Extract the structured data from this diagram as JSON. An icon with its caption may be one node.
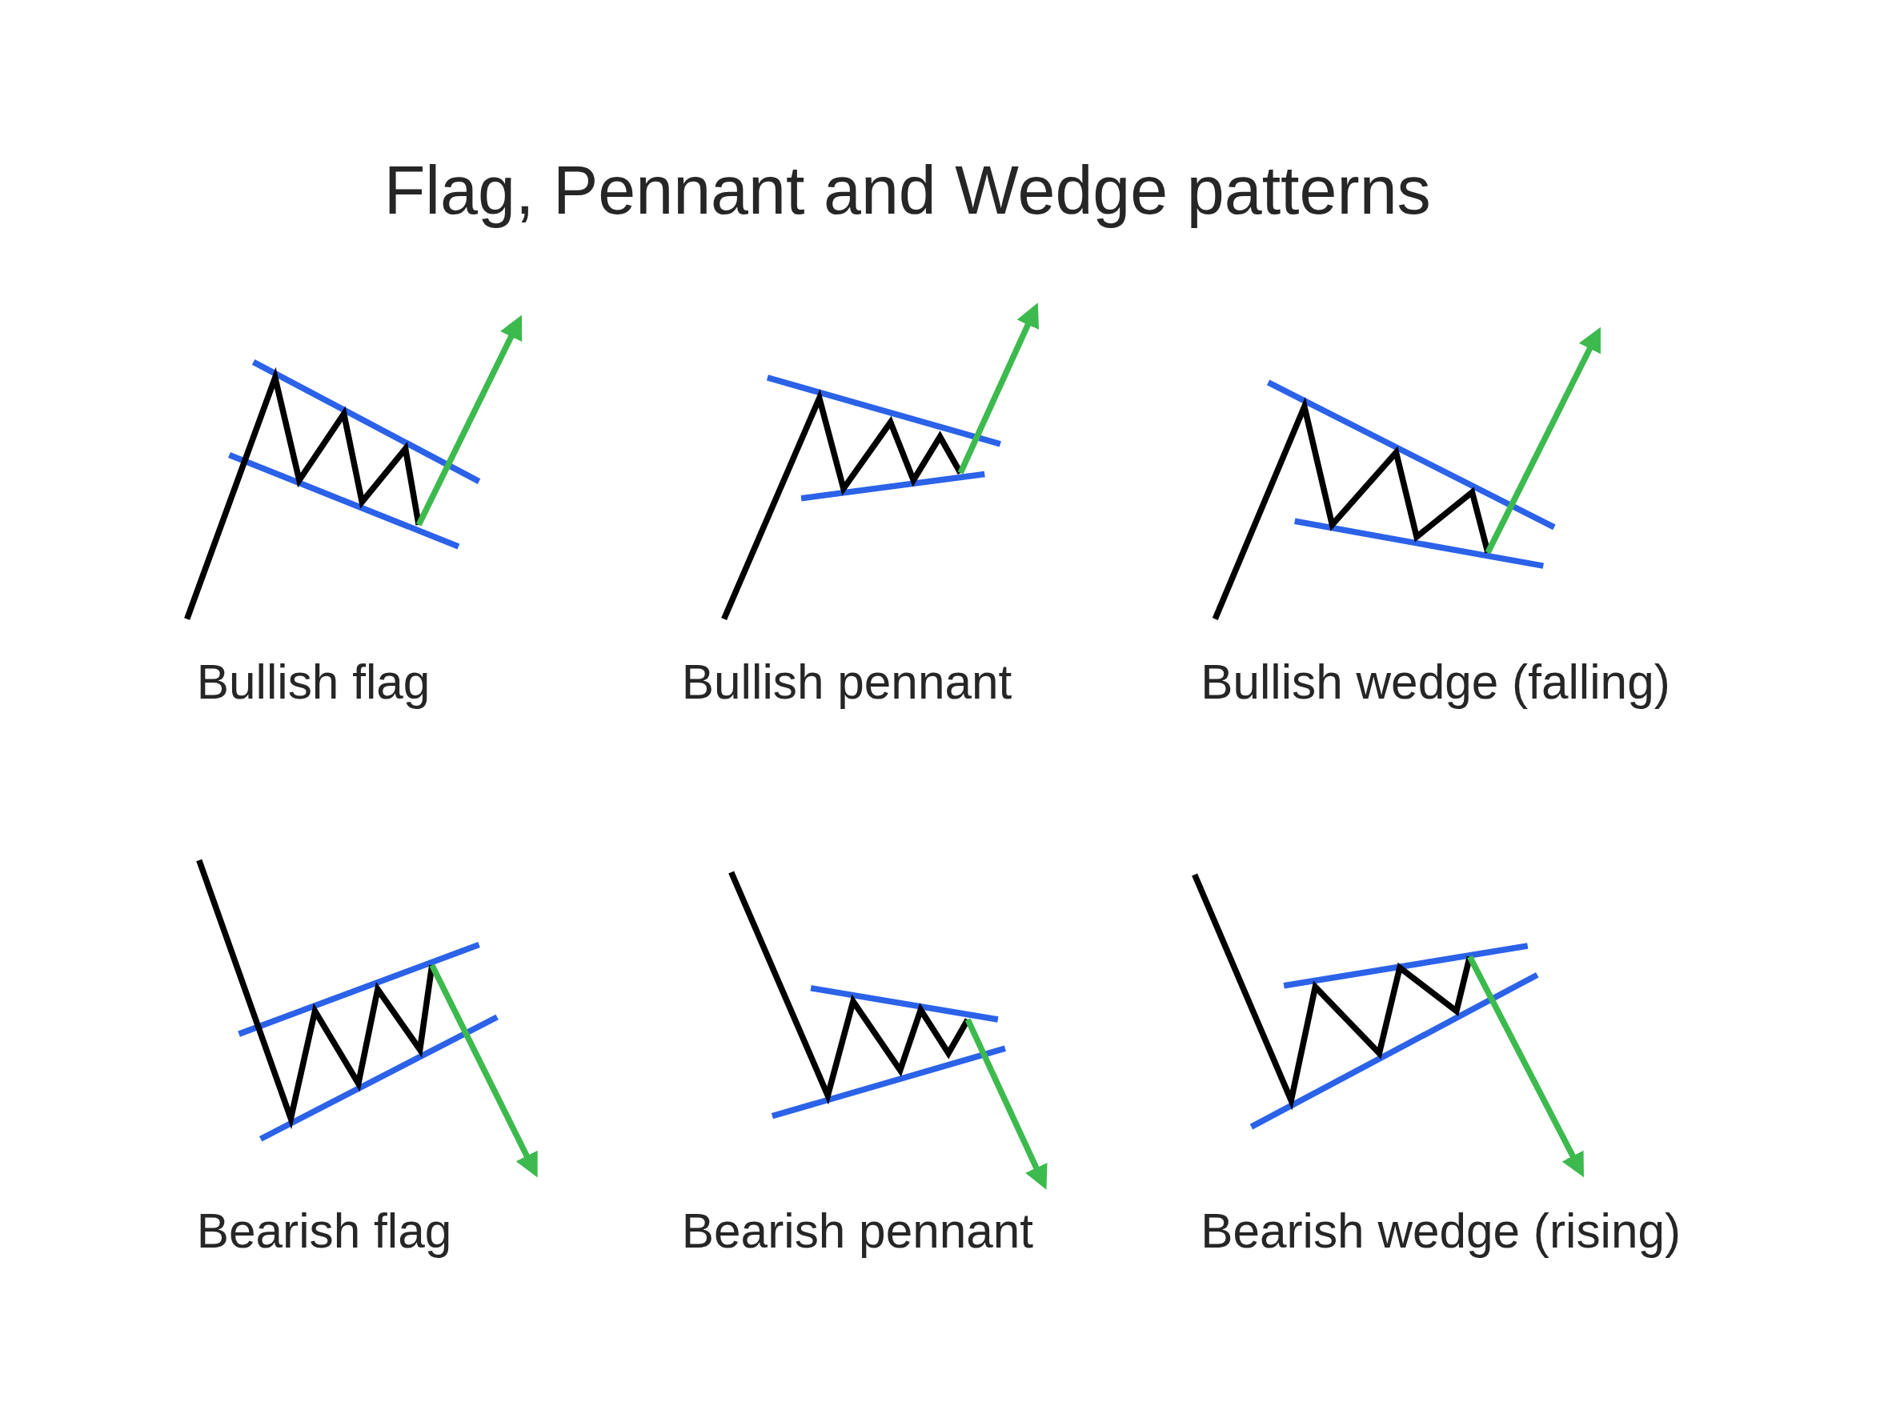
{
  "diagram": {
    "title": "Flag, Pennant and Wedge patterns",
    "labels": [
      "Bullish flag",
      "Bullish pennant",
      "Bullish wedge (falling)",
      "Bearish flag",
      "Bearish pennant",
      "Bearish wedge (rising)"
    ]
  }
}
